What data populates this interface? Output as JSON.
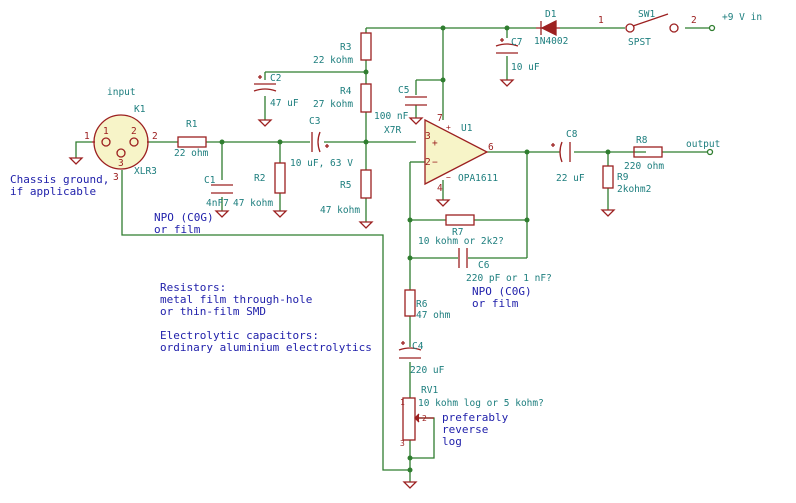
{
  "notes": {
    "input_label": "input",
    "output_label": "output",
    "power_label": "+9 V in",
    "chassis_note_1": "Chassis ground,",
    "chassis_note_2": "if applicable",
    "npo_note_1": "NPO (C0G)",
    "npo_note_2": "or film",
    "npo_note_3": "NPO (C0G)",
    "npo_note_4": "or film",
    "resistors_1": "Resistors:",
    "resistors_2": "metal film through-hole",
    "resistors_3": "or thin-film SMD",
    "electro_1": "Electrolytic capacitors:",
    "electro_2": "ordinary aluminium electrolytics",
    "rv1_note_1": "preferably",
    "rv1_note_2": "reverse",
    "rv1_note_3": "log"
  },
  "parts": {
    "K1": {
      "ref": "K1",
      "value": "XLR3"
    },
    "R1": {
      "ref": "R1",
      "value": "22 ohm"
    },
    "R2": {
      "ref": "R2",
      "value": "47 kohm"
    },
    "R3": {
      "ref": "R3",
      "value": "22 kohm"
    },
    "R4": {
      "ref": "R4",
      "value": "27 kohm"
    },
    "R5": {
      "ref": "R5",
      "value": "47 kohm"
    },
    "R6": {
      "ref": "R6",
      "value": "47 ohm"
    },
    "R7": {
      "ref": "R7",
      "value": "10 kohm or 2k2?"
    },
    "R8": {
      "ref": "R8",
      "value": "220 ohm"
    },
    "R9": {
      "ref": "R9",
      "value": "2kohm2"
    },
    "C1": {
      "ref": "C1",
      "value": "4nF7"
    },
    "C2": {
      "ref": "C2",
      "value": "47 uF"
    },
    "C3": {
      "ref": "C3",
      "value": "10 uF, 63 V"
    },
    "C4": {
      "ref": "C4",
      "value": "220 uF"
    },
    "C5": {
      "ref": "C5",
      "value": "100 nF"
    },
    "C6": {
      "ref": "C6",
      "value": "220 pF or 1 nF?"
    },
    "C7": {
      "ref": "C7",
      "value": "10 uF"
    },
    "C8": {
      "ref": "C8",
      "value": "22 uF"
    },
    "D1": {
      "ref": "D1",
      "value": "1N4002"
    },
    "U1": {
      "ref": "U1",
      "value": "OPA1611"
    },
    "SW1": {
      "ref": "SW1",
      "value": "SPST"
    },
    "RV1": {
      "ref": "RV1",
      "value": "10 kohm log or 5 kohm?"
    },
    "X7R": "X7R"
  },
  "pins": {
    "k1_p1": "1",
    "k1_p2": "2",
    "k1_p3": "3",
    "sw_p1": "1",
    "sw_p2": "2",
    "u1_p2": "2",
    "u1_p3": "3",
    "u1_p4": "4",
    "u1_p6": "6",
    "u1_p7": "7",
    "u1_plus": "+",
    "u1_minus": "−",
    "rv_p1": "1",
    "rv_p2": "2",
    "rv_p3": "3"
  }
}
